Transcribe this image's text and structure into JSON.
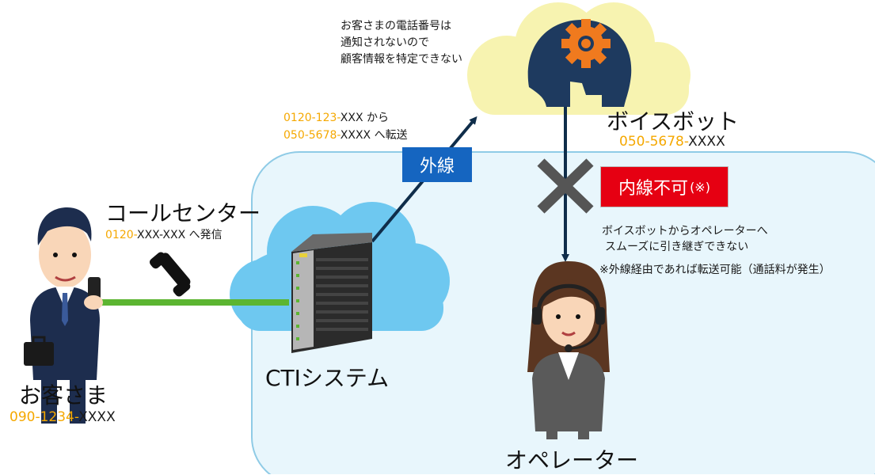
{
  "colors": {
    "region_fill": "#e8f6fc",
    "region_stroke": "#8fcbe6",
    "cloud_blue": "#6ec8f0",
    "cloud_yellow": "#f7f3b0",
    "line_green": "#5cb531",
    "arrow_navy": "#0f2d4a",
    "number_orange": "#f5a800",
    "badge_blue": "#1565c0",
    "badge_red": "#e60012"
  },
  "customer": {
    "label": "お客さま",
    "number_orange": "090-1234-",
    "number_black": "XXXX",
    "icon": "businessman-with-phone-icon"
  },
  "call_center": {
    "label": "コールセンター",
    "dial_orange": "0120-",
    "dial_black": "XXX-XXX へ発信",
    "icon": "phone-handset-icon"
  },
  "cti": {
    "label": "CTIシステム",
    "icon": "server-tower-icon"
  },
  "external_line": {
    "badge": "外線",
    "transfer_line1_orange": "0120-123-",
    "transfer_line1_black": "XXX から",
    "transfer_line2_orange": "050-5678-",
    "transfer_line2_black": "XXXX へ転送"
  },
  "voicebot": {
    "label": "ボイスボット",
    "number_orange": "050-5678-",
    "number_black": "XXXX",
    "note_lines": [
      "お客さまの電話番号は",
      "通知されないので",
      "顧客情報を特定できない"
    ],
    "icon": "ai-head-gear-icon"
  },
  "internal_line": {
    "badge": "内線不可",
    "badge_note": "(※)",
    "desc_lines": [
      "ボイスボットからオペレーターへ",
      "スムーズに引き継ぎできない"
    ],
    "footnote": "※外線経由であれば転送可能（通話料が発生）",
    "icon": "x-mark-icon"
  },
  "operator": {
    "label": "オペレーター",
    "icon": "operator-headset-icon"
  }
}
